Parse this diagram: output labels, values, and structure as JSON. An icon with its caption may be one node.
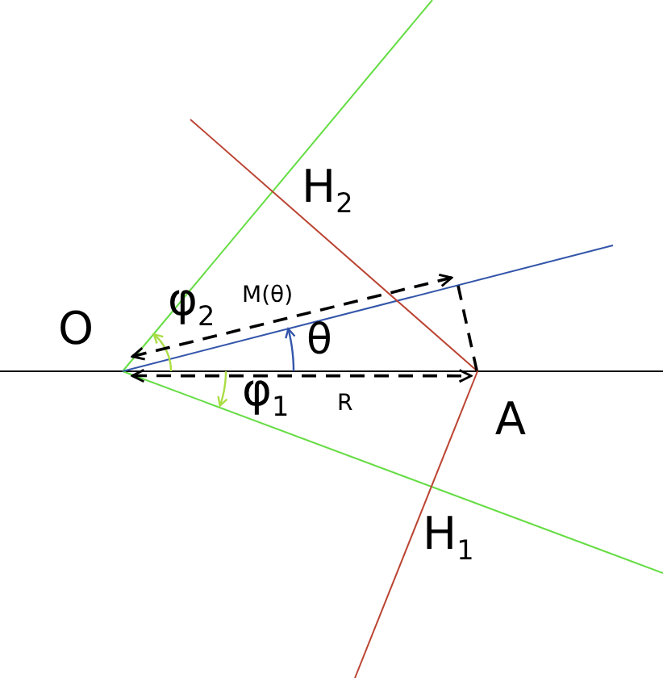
{
  "diagram": {
    "nodes": [
      {
        "text": [
          "O"
        ]
      },
      {
        "text": [
          "A"
        ]
      }
    ],
    "edges": [
      {
        "from": 0,
        "to": 1,
        "arrow": "both",
        "label": "R",
        "style": "dashed"
      },
      {
        "from": 0,
        "to": null,
        "arrow": "both",
        "label": "M(θ)",
        "style": "dashed"
      },
      {
        "from": null,
        "to": 1,
        "arrow": "none",
        "style": "dashed"
      }
    ],
    "labels": [
      "H$_{2}$",
      "H$_{1}$",
      "θ",
      "φ$_{2}$",
      "φ$_{1}$"
    ]
  }
}
